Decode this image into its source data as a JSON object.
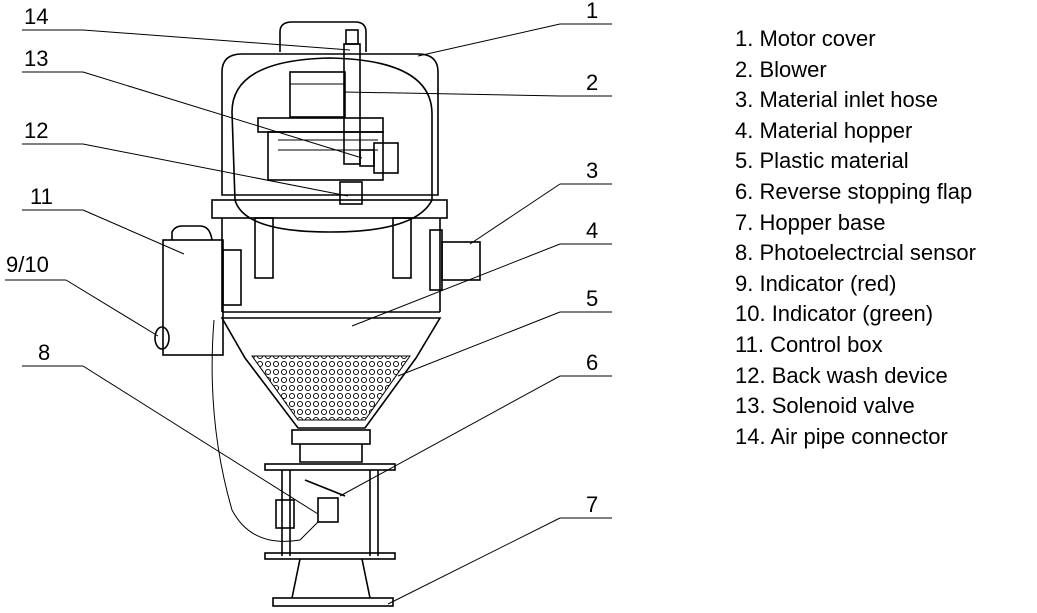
{
  "callouts": [
    {
      "id": "c14",
      "label": "14"
    },
    {
      "id": "c13",
      "label": "13"
    },
    {
      "id": "c12",
      "label": "12"
    },
    {
      "id": "c11",
      "label": "11"
    },
    {
      "id": "c910",
      "label": "9/10"
    },
    {
      "id": "c8",
      "label": "8"
    },
    {
      "id": "c1",
      "label": "1"
    },
    {
      "id": "c2",
      "label": "2"
    },
    {
      "id": "c3",
      "label": "3"
    },
    {
      "id": "c4",
      "label": "4"
    },
    {
      "id": "c5",
      "label": "5"
    },
    {
      "id": "c6",
      "label": "6"
    },
    {
      "id": "c7",
      "label": "7"
    }
  ],
  "legend": [
    "1. Motor cover",
    "2. Blower",
    "3. Material inlet hose",
    "4. Material hopper",
    "5. Plastic material",
    "6. Reverse stopping flap",
    "7. Hopper base",
    "8. Photoelectrcial sensor",
    "9. Indicator (red)",
    "10. Indicator (green)",
    "11. Control box",
    "12. Back wash device",
    "13. Solenoid valve",
    "14. Air pipe connector"
  ]
}
